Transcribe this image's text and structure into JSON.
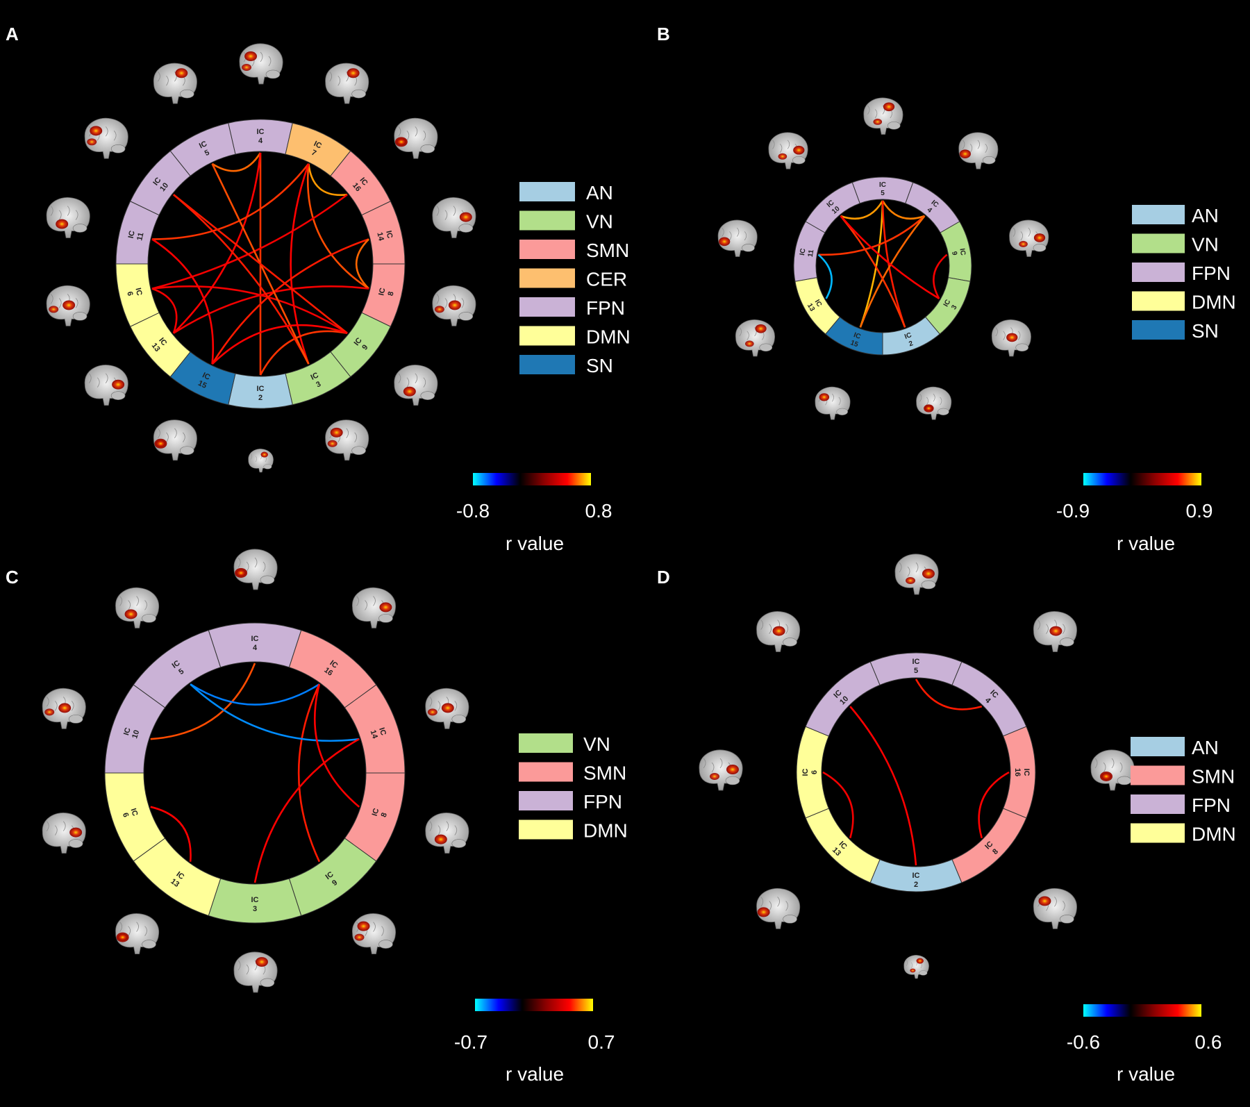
{
  "colors": {
    "AN": "#a6cee3",
    "VN": "#b2df8a",
    "SMN": "#fb9a99",
    "CER": "#fdbf6f",
    "FPN": "#cab2d6",
    "DMN": "#ffff99",
    "SN": "#1f78b4",
    "background": "#000000"
  },
  "colorbar_stops": [
    "#00ffff",
    "#0000ff",
    "#000000",
    "#8b0000",
    "#ff0000",
    "#ffff00"
  ],
  "panels": [
    {
      "letter": "A",
      "segments": [
        {
          "ic": "IC",
          "num": "4",
          "net": "FPN"
        },
        {
          "ic": "IC",
          "num": "7",
          "net": "CER"
        },
        {
          "ic": "IC",
          "num": "16",
          "net": "SMN"
        },
        {
          "ic": "IC",
          "num": "14",
          "net": "SMN"
        },
        {
          "ic": "IC",
          "num": "8",
          "net": "SMN"
        },
        {
          "ic": "IC",
          "num": "9",
          "net": "VN"
        },
        {
          "ic": "IC",
          "num": "3",
          "net": "VN"
        },
        {
          "ic": "IC",
          "num": "2",
          "net": "AN"
        },
        {
          "ic": "IC",
          "num": "15",
          "net": "SN"
        },
        {
          "ic": "IC",
          "num": "13",
          "net": "DMN"
        },
        {
          "ic": "IC",
          "num": "6",
          "net": "DMN"
        },
        {
          "ic": "IC",
          "num": "11",
          "net": "FPN"
        },
        {
          "ic": "IC",
          "num": "10",
          "net": "FPN"
        },
        {
          "ic": "IC",
          "num": "5",
          "net": "FPN"
        }
      ],
      "links": [
        {
          "a": "4",
          "b": "5",
          "r": 0.7
        },
        {
          "a": "4",
          "b": "2",
          "r": 0.6
        },
        {
          "a": "4",
          "b": "13",
          "r": 0.5
        },
        {
          "a": "7",
          "b": "11",
          "r": 0.6
        },
        {
          "a": "7",
          "b": "16",
          "r": 0.8
        },
        {
          "a": "7",
          "b": "8",
          "r": 0.65
        },
        {
          "a": "7",
          "b": "3",
          "r": 0.5
        },
        {
          "a": "16",
          "b": "6",
          "r": 0.45
        },
        {
          "a": "14",
          "b": "15",
          "r": 0.55
        },
        {
          "a": "14",
          "b": "8",
          "r": 0.7
        },
        {
          "a": "8",
          "b": "13",
          "r": 0.45
        },
        {
          "a": "9",
          "b": "6",
          "r": 0.45
        },
        {
          "a": "9",
          "b": "2",
          "r": 0.6
        },
        {
          "a": "3",
          "b": "10",
          "r": 0.55
        },
        {
          "a": "5",
          "b": "3",
          "r": 0.65
        },
        {
          "a": "10",
          "b": "9",
          "r": 0.55
        },
        {
          "a": "11",
          "b": "15",
          "r": 0.5
        },
        {
          "a": "13",
          "b": "6",
          "r": 0.45
        },
        {
          "a": "15",
          "b": "9",
          "r": 0.5
        }
      ],
      "legend": [
        "AN",
        "VN",
        "SMN",
        "CER",
        "FPN",
        "DMN",
        "SN"
      ],
      "colorbar": {
        "min": "-0.8",
        "max": "0.8",
        "label": "r value"
      }
    },
    {
      "letter": "B",
      "segments": [
        {
          "ic": "IC",
          "num": "5",
          "net": "FPN"
        },
        {
          "ic": "IC",
          "num": "4",
          "net": "FPN"
        },
        {
          "ic": "IC",
          "num": "9",
          "net": "VN"
        },
        {
          "ic": "IC",
          "num": "3",
          "net": "VN"
        },
        {
          "ic": "IC",
          "num": "2",
          "net": "AN"
        },
        {
          "ic": "IC",
          "num": "15",
          "net": "SN"
        },
        {
          "ic": "IC",
          "num": "13",
          "net": "DMN"
        },
        {
          "ic": "IC",
          "num": "11",
          "net": "FPN"
        },
        {
          "ic": "IC",
          "num": "10",
          "net": "FPN"
        }
      ],
      "links": [
        {
          "a": "5",
          "b": "10",
          "r": 0.8
        },
        {
          "a": "5",
          "b": "4",
          "r": 0.75
        },
        {
          "a": "5",
          "b": "15",
          "r": 0.85
        },
        {
          "a": "5",
          "b": "2",
          "r": 0.55
        },
        {
          "a": "4",
          "b": "11",
          "r": 0.6
        },
        {
          "a": "4",
          "b": "15",
          "r": 0.7
        },
        {
          "a": "10",
          "b": "2",
          "r": 0.6
        },
        {
          "a": "10",
          "b": "3",
          "r": 0.5
        },
        {
          "a": "9",
          "b": "3",
          "r": 0.45
        },
        {
          "a": "11",
          "b": "13",
          "r": -0.75
        }
      ],
      "legend": [
        "AN",
        "VN",
        "FPN",
        "DMN",
        "SN"
      ],
      "colorbar": {
        "min": "-0.9",
        "max": "0.9",
        "label": "r value"
      }
    },
    {
      "letter": "C",
      "segments": [
        {
          "ic": "IC",
          "num": "4",
          "net": "FPN"
        },
        {
          "ic": "IC",
          "num": "16",
          "net": "SMN"
        },
        {
          "ic": "IC",
          "num": "14",
          "net": "SMN"
        },
        {
          "ic": "IC",
          "num": "8",
          "net": "SMN"
        },
        {
          "ic": "IC",
          "num": "9",
          "net": "VN"
        },
        {
          "ic": "IC",
          "num": "3",
          "net": "VN"
        },
        {
          "ic": "IC",
          "num": "13",
          "net": "DMN"
        },
        {
          "ic": "IC",
          "num": "6",
          "net": "DMN"
        },
        {
          "ic": "IC",
          "num": "10",
          "net": "FPN"
        },
        {
          "ic": "IC",
          "num": "5",
          "net": "FPN"
        }
      ],
      "links": [
        {
          "a": "4",
          "b": "10",
          "r": 0.65
        },
        {
          "a": "16",
          "b": "5",
          "r": -0.55
        },
        {
          "a": "16",
          "b": "9",
          "r": 0.55
        },
        {
          "a": "14",
          "b": "5",
          "r": -0.6
        },
        {
          "a": "14",
          "b": "3",
          "r": 0.5
        },
        {
          "a": "8",
          "b": "16",
          "r": 0.5
        },
        {
          "a": "6",
          "b": "13",
          "r": 0.5
        }
      ],
      "legend": [
        "VN",
        "SMN",
        "FPN",
        "DMN"
      ],
      "colorbar": {
        "min": "-0.7",
        "max": "0.7",
        "label": "r value"
      }
    },
    {
      "letter": "D",
      "segments": [
        {
          "ic": "IC",
          "num": "5",
          "net": "FPN"
        },
        {
          "ic": "IC",
          "num": "4",
          "net": "FPN"
        },
        {
          "ic": "IC",
          "num": "16",
          "net": "SMN"
        },
        {
          "ic": "IC",
          "num": "8",
          "net": "SMN"
        },
        {
          "ic": "IC",
          "num": "2",
          "net": "AN"
        },
        {
          "ic": "IC",
          "num": "13",
          "net": "DMN"
        },
        {
          "ic": "IC",
          "num": "6",
          "net": "DMN"
        },
        {
          "ic": "IC",
          "num": "10",
          "net": "FPN"
        }
      ],
      "links": [
        {
          "a": "5",
          "b": "4",
          "r": 0.55
        },
        {
          "a": "10",
          "b": "2",
          "r": 0.5
        },
        {
          "a": "16",
          "b": "8",
          "r": 0.5
        },
        {
          "a": "6",
          "b": "13",
          "r": 0.45
        }
      ],
      "legend": [
        "AN",
        "SMN",
        "FPN",
        "DMN"
      ],
      "colorbar": {
        "min": "-0.6",
        "max": "0.6",
        "label": "r value"
      }
    }
  ]
}
